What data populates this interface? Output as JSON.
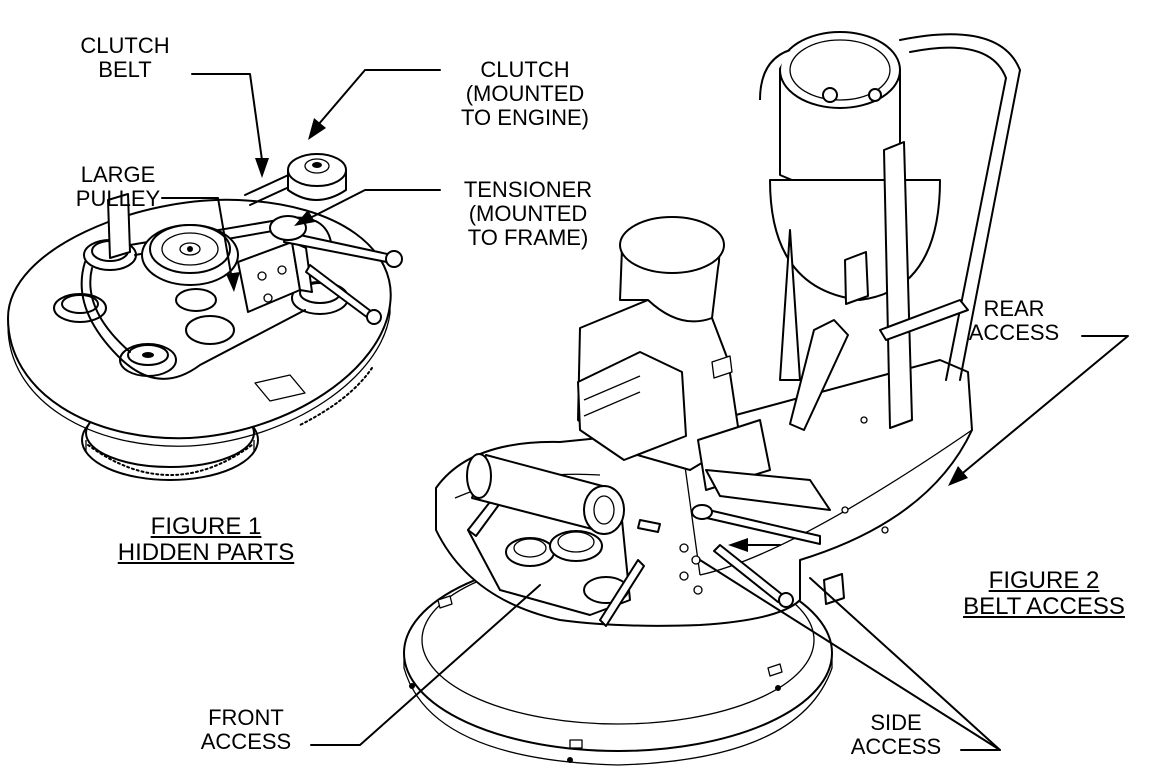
{
  "labels": {
    "clutch_belt": [
      "CLUTCH",
      "BELT"
    ],
    "clutch": [
      "CLUTCH",
      "(MOUNTED",
      "TO ENGINE)"
    ],
    "large_pulley": [
      "LARGE",
      "PULLEY"
    ],
    "tensioner": [
      "TENSIONER",
      "(MOUNTED",
      "TO FRAME)"
    ],
    "rear_access": [
      "REAR",
      "ACCESS"
    ],
    "front_access": [
      "FRONT",
      "ACCESS"
    ],
    "side_access": [
      "SIDE",
      "ACCESS"
    ]
  },
  "figures": {
    "figure1": [
      "FIGURE 1",
      "HIDDEN PARTS"
    ],
    "figure2": [
      "FIGURE 2",
      "BELT ACCESS"
    ]
  }
}
